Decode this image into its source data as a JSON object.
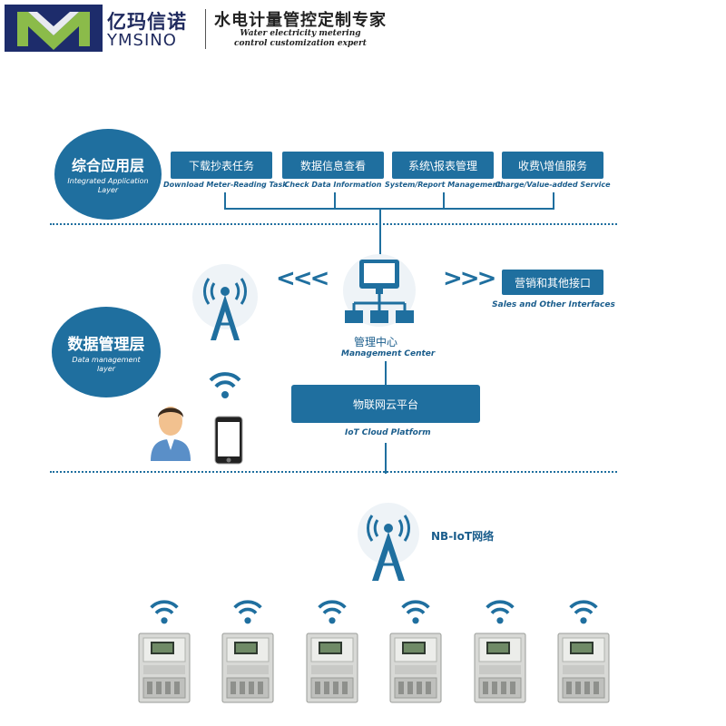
{
  "header": {
    "brand_cn": "亿玛信诺",
    "brand_en": "YMSINO",
    "slogan_cn": "水电计量管控定制专家",
    "slogan_en_1": "Water electricity metering",
    "slogan_en_2": "control customization expert"
  },
  "layers": {
    "application": {
      "cn": "综合应用层",
      "en": "Integrated Application Layer"
    },
    "data": {
      "cn": "数据管理层",
      "en": "Data management layer"
    }
  },
  "tasks": [
    {
      "cn": "下载抄表任务",
      "en": "Download Meter-Reading Task"
    },
    {
      "cn": "数据信息查看",
      "en": "Check Data Information"
    },
    {
      "cn": "系统\\报表管理",
      "en": "System/Report Management"
    },
    {
      "cn": "收费\\增值服务",
      "en": "Charge/Value-added Service"
    }
  ],
  "management_center": {
    "cn": "管理中心",
    "en": "Management Center"
  },
  "interfaces": {
    "cn": "营销和其他接口",
    "en": "Sales and Other Interfaces"
  },
  "cloud": {
    "cn": "物联网云平台",
    "en": "IoT Cloud Platform"
  },
  "network": {
    "label": "NB-IoT网络"
  },
  "arrows": {
    "left": "<<<",
    "right": ">>>"
  },
  "colors": {
    "primary": "#1f6f9f",
    "brand_navy": "#1d2c6b",
    "logo_green": "#8bbb4a"
  },
  "icons": [
    "logo-m-icon",
    "tower-icon",
    "network-diagram-icon",
    "wifi-icon",
    "person-icon",
    "phone-icon",
    "electric-meter-icon"
  ]
}
